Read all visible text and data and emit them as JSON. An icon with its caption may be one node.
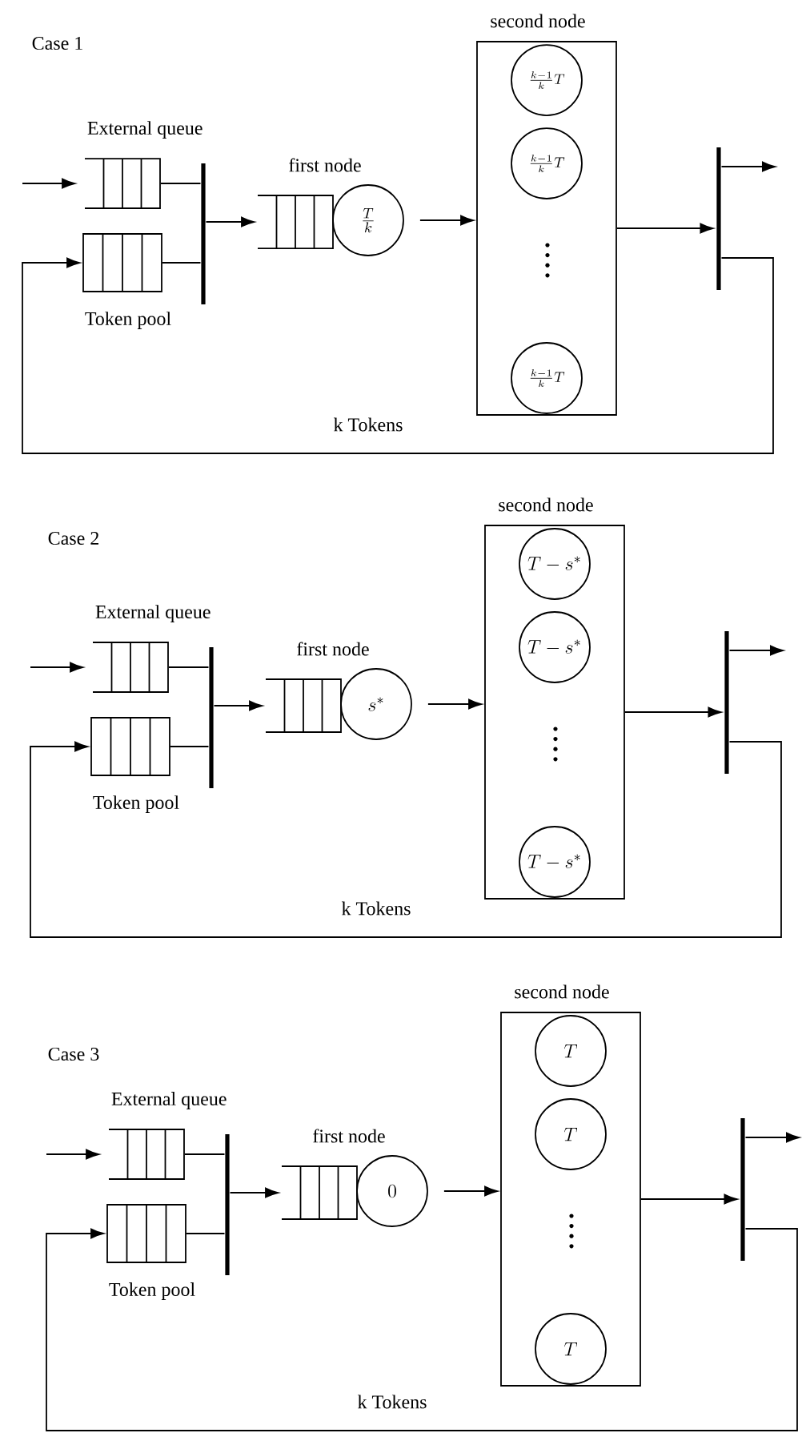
{
  "diagram": {
    "nodes": [
      {
        "text": [
          "External queue"
        ]
      },
      {
        "text": [
          "Token pool"
        ]
      },
      {
        "text": [],
        "shape": "bar"
      },
      {
        "text": [
          "first node"
        ]
      },
      {
        "text": [
          "\\frac{T}{k}"
        ]
      },
      {
        "text": [
          "second node"
        ]
      },
      {
        "text": [
          "\\frac{k-1}{k}T"
        ],
        "in": 5
      },
      {
        "text": [
          "\\frac{k-1}{k}T"
        ],
        "in": 5
      },
      {
        "text": [
          "\\frac{k-1}{k}T"
        ],
        "in": 5
      },
      {
        "text": [],
        "shape": "bar"
      },
      {
        "text": [
          "External queue"
        ]
      },
      {
        "text": [
          "Token pool"
        ]
      },
      {
        "text": [],
        "shape": "bar"
      },
      {
        "text": [
          "first node"
        ]
      },
      {
        "text": [
          "s^{*}"
        ]
      },
      {
        "text": [
          "second node"
        ]
      },
      {
        "text": [
          "T-s^{*}"
        ],
        "in": 15
      },
      {
        "text": [
          "T-s^{*}"
        ],
        "in": 15
      },
      {
        "text": [
          "T-s^{*}"
        ],
        "in": 15
      },
      {
        "text": [],
        "shape": "bar"
      },
      {
        "text": [
          "External queue"
        ]
      },
      {
        "text": [
          "Token pool"
        ]
      },
      {
        "text": [],
        "shape": "bar"
      },
      {
        "text": [
          "first node"
        ]
      },
      {
        "text": [
          "0"
        ]
      },
      {
        "text": [
          "second node"
        ]
      },
      {
        "text": [
          "T"
        ],
        "in": 25
      },
      {
        "text": [
          "T"
        ],
        "in": 25
      },
      {
        "text": [
          "T"
        ],
        "in": 25
      },
      {
        "text": [],
        "shape": "bar"
      }
    ],
    "edges": [
      {
        "from": null,
        "to": 0,
        "arrow": "to"
      },
      {
        "from": 0,
        "to": 2,
        "arrow": "none"
      },
      {
        "from": 1,
        "to": 2,
        "arrow": "none"
      },
      {
        "from": 2,
        "to": 3,
        "arrow": "to"
      },
      {
        "from": 4,
        "to": 5,
        "arrow": "to"
      },
      {
        "from": 5,
        "to": 9,
        "arrow": "to"
      },
      {
        "from": 9,
        "to": null,
        "arrow": "to"
      },
      {
        "from": 9,
        "to": 1,
        "arrow": "to",
        "label": "k Tokens"
      },
      {
        "from": null,
        "to": 10,
        "arrow": "to"
      },
      {
        "from": 10,
        "to": 12,
        "arrow": "none"
      },
      {
        "from": 11,
        "to": 12,
        "arrow": "none"
      },
      {
        "from": 12,
        "to": 13,
        "arrow": "to"
      },
      {
        "from": 14,
        "to": 15,
        "arrow": "to"
      },
      {
        "from": 15,
        "to": 19,
        "arrow": "to"
      },
      {
        "from": 19,
        "to": null,
        "arrow": "to"
      },
      {
        "from": 19,
        "to": 11,
        "arrow": "to",
        "label": "k Tokens"
      },
      {
        "from": null,
        "to": 20,
        "arrow": "to"
      },
      {
        "from": 20,
        "to": 22,
        "arrow": "none"
      },
      {
        "from": 21,
        "to": 22,
        "arrow": "none"
      },
      {
        "from": 22,
        "to": 23,
        "arrow": "to"
      },
      {
        "from": 24,
        "to": 25,
        "arrow": "to"
      },
      {
        "from": 25,
        "to": 29,
        "arrow": "to"
      },
      {
        "from": 29,
        "to": null,
        "arrow": "to"
      },
      {
        "from": 29,
        "to": 21,
        "arrow": "to",
        "label": "k Tokens"
      }
    ],
    "labels": [
      "Case 1",
      "Case 2",
      "Case 3"
    ]
  }
}
